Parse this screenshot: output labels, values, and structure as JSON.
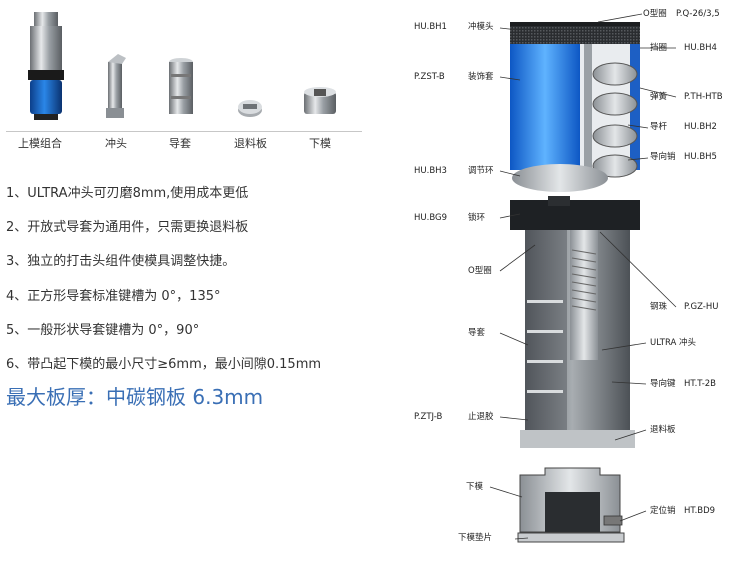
{
  "products": [
    {
      "label": "上模组合"
    },
    {
      "label": "冲头"
    },
    {
      "label": "导套"
    },
    {
      "label": "退料板"
    },
    {
      "label": "下模"
    }
  ],
  "features": [
    "1、ULTRA冲头可刃磨8mm,使用成本更低",
    "2、开放式导套为通用件，只需更换退料板",
    "3、独立的打击头组件使模具调整快捷。",
    "4、正方形导套标准键槽为  0°，135°",
    "5、一般形状导套键槽为  0°，90°",
    "6、带凸起下模的最小尺寸≥6mm，最小间隙0.15mm"
  ],
  "highlight": "最大板厚：中碳钢板 6.3mm",
  "callouts_left": [
    {
      "code": "HU.BH1",
      "name": "冲模头"
    },
    {
      "code": "P.ZST-B",
      "name": "装饰套"
    },
    {
      "code": "HU.BH3",
      "name": "调节环"
    },
    {
      "code": "HU.BG9",
      "name": "锁环"
    },
    {
      "code": "",
      "name": "O型圈"
    },
    {
      "code": "",
      "name": "导套"
    },
    {
      "code": "P.ZTJ-B",
      "name": "止退胶"
    },
    {
      "code": "",
      "name": "下模"
    },
    {
      "code": "",
      "name": "下模垫片"
    }
  ],
  "callouts_right": [
    {
      "name": "O型圈",
      "code": "P.Q-26/3,5"
    },
    {
      "name": "挡圈",
      "code": "HU.BH4"
    },
    {
      "name": "弹簧",
      "code": "P.TH-HTB"
    },
    {
      "name": "导杆",
      "code": "HU.BH2"
    },
    {
      "name": "导向销",
      "code": "HU.BH5"
    },
    {
      "name": "钢珠",
      "code": "P.GZ-HU"
    },
    {
      "name": "ULTRA 冲头",
      "code": ""
    },
    {
      "name": "导向键",
      "code": "HT.T-2B"
    },
    {
      "name": "退料板",
      "code": ""
    },
    {
      "name": "定位销",
      "code": "HT.BD9"
    }
  ],
  "colors": {
    "accent_blue": "#3a6fb5",
    "assembly_blue": "#1f6fd6",
    "body_gray": "#7d8287"
  }
}
